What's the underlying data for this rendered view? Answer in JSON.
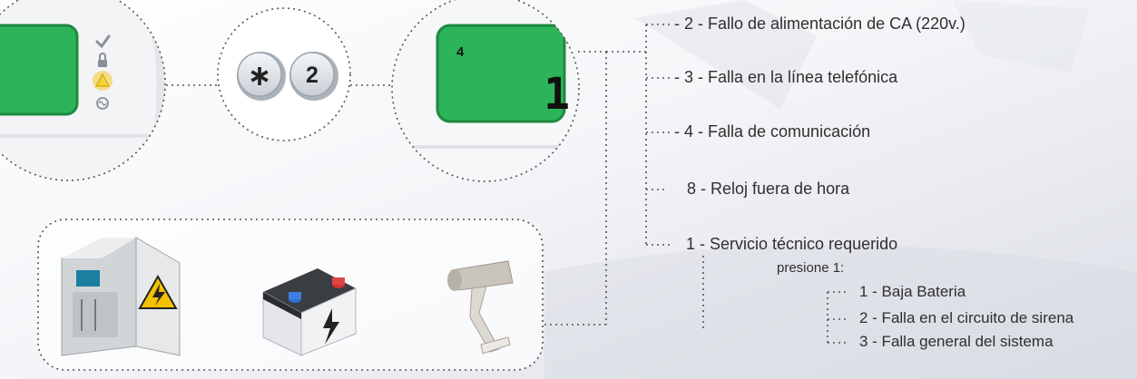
{
  "panel": {
    "status_icons": [
      "check-icon",
      "lock-icon",
      "warning-icon",
      "ac-power-icon"
    ],
    "warning_color": "#f2c200"
  },
  "keys": {
    "star": "∗",
    "two": "2"
  },
  "display": {
    "zone": "4",
    "code": "1",
    "color": "#2db45a"
  },
  "faults": [
    {
      "label": "- 2 - Fallo de alimentación de CA (220v.)"
    },
    {
      "label": "- 3 - Falla en la línea telefónica"
    },
    {
      "label": "- 4 - Falla de comunicación"
    },
    {
      "label": "8 - Reloj fuera de hora"
    },
    {
      "label": "1 - Servicio técnico requerido"
    }
  ],
  "service": {
    "prompt": "presione 1:",
    "items": [
      {
        "label": "1 - Baja Bateria"
      },
      {
        "label": "2 - Falla en el circuito de sirena"
      },
      {
        "label": "3 - Falla general del sistema"
      }
    ]
  },
  "devices": [
    "electrical-cabinet-icon",
    "battery-icon",
    "siren-icon"
  ]
}
